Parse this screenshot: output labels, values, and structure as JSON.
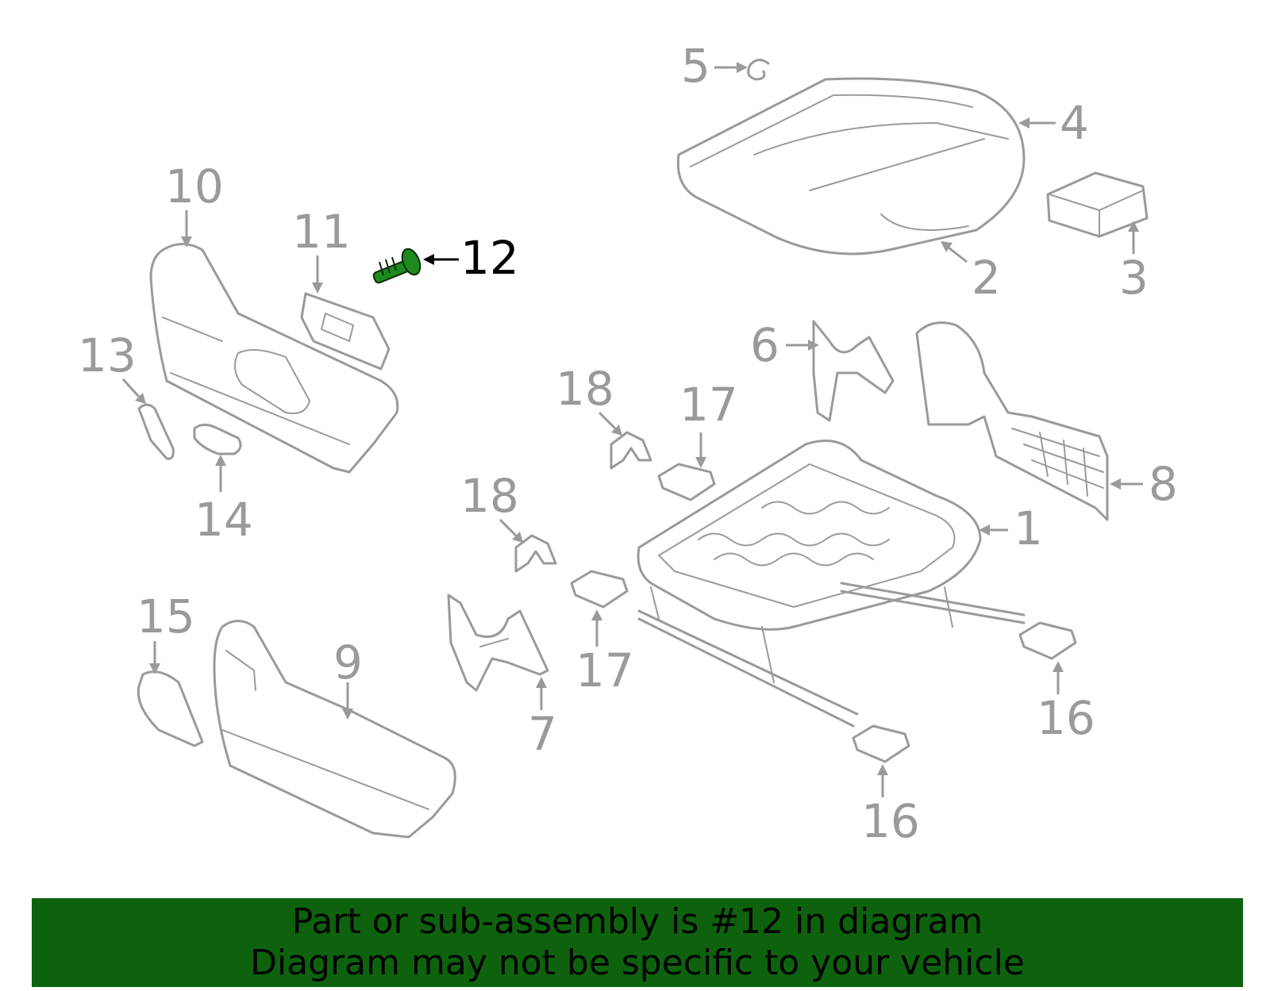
{
  "callouts": {
    "c1": "1",
    "c2": "2",
    "c3": "3",
    "c4": "4",
    "c5": "5",
    "c6": "6",
    "c7": "7",
    "c8": "8",
    "c9": "9",
    "c10": "10",
    "c11": "11",
    "c12": "12",
    "c13": "13",
    "c14": "14",
    "c15": "15",
    "c16a": "16",
    "c16b": "16",
    "c17a": "17",
    "c17b": "17",
    "c18a": "18",
    "c18b": "18"
  },
  "highlight": {
    "part_number": "12",
    "bolt_color": "#1e8a1e"
  },
  "banner": {
    "line1": "Part or sub-assembly is #12 in diagram",
    "line2": "Diagram may not be specific to your vehicle",
    "background": "#0e620e"
  },
  "colors": {
    "line_art": "#9a9a9a",
    "highlight_text": "#000000"
  }
}
